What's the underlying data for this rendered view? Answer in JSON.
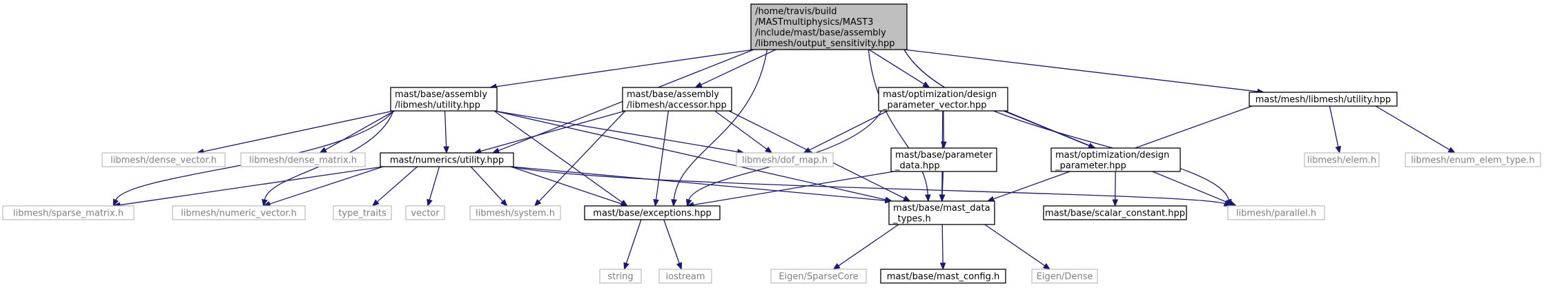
{
  "colors": {
    "edge": "#191970",
    "root_fill": "#bfbfbf",
    "node_border": "#000000",
    "missing_border": "#bfbfbf",
    "missing_text": "#7f7f7f"
  },
  "nodes": [
    {
      "id": "root",
      "lines": [
        "/home/travis/build",
        "/MASTmultiphysics/MAST3",
        "/include/mast/base/assembly",
        "/libmesh/output_sensitivity.hpp"
      ],
      "kind": "root",
      "align": "left"
    },
    {
      "id": "base_assembly_utility",
      "lines": [
        "mast/base/assembly",
        "/libmesh/utility.hpp"
      ],
      "kind": "file",
      "align": "left"
    },
    {
      "id": "accessor",
      "lines": [
        "mast/base/assembly",
        "/libmesh/accessor.hpp"
      ],
      "kind": "file",
      "align": "left"
    },
    {
      "id": "param_vector",
      "lines": [
        "mast/optimization/design",
        "_parameter_vector.hpp"
      ],
      "kind": "file",
      "align": "left"
    },
    {
      "id": "mesh_utility",
      "lines": [
        "mast/mesh/libmesh/utility.hpp"
      ],
      "kind": "file",
      "align": "center"
    },
    {
      "id": "dense_vector",
      "lines": [
        "libmesh/dense_vector.h"
      ],
      "kind": "missing",
      "align": "center"
    },
    {
      "id": "dense_matrix",
      "lines": [
        "libmesh/dense_matrix.h"
      ],
      "kind": "missing",
      "align": "center"
    },
    {
      "id": "numerics_utility",
      "lines": [
        "mast/numerics/utility.hpp"
      ],
      "kind": "file",
      "align": "center"
    },
    {
      "id": "dof_map",
      "lines": [
        "libmesh/dof_map.h"
      ],
      "kind": "missing",
      "align": "center"
    },
    {
      "id": "parameter_data",
      "lines": [
        "mast/base/parameter",
        "_data.hpp"
      ],
      "kind": "file",
      "align": "left"
    },
    {
      "id": "design_parameter",
      "lines": [
        "mast/optimization/design",
        "_parameter.hpp"
      ],
      "kind": "file",
      "align": "left"
    },
    {
      "id": "elem",
      "lines": [
        "libmesh/elem.h"
      ],
      "kind": "missing",
      "align": "center"
    },
    {
      "id": "enum_elem_type",
      "lines": [
        "libmesh/enum_elem_type.h"
      ],
      "kind": "missing",
      "align": "center"
    },
    {
      "id": "sparse_matrix",
      "lines": [
        "libmesh/sparse_matrix.h"
      ],
      "kind": "missing",
      "align": "center"
    },
    {
      "id": "numeric_vector",
      "lines": [
        "libmesh/numeric_vector.h"
      ],
      "kind": "missing",
      "align": "center"
    },
    {
      "id": "type_traits",
      "lines": [
        "type_traits"
      ],
      "kind": "missing",
      "align": "center"
    },
    {
      "id": "vector",
      "lines": [
        "vector"
      ],
      "kind": "missing",
      "align": "center"
    },
    {
      "id": "system",
      "lines": [
        "libmesh/system.h"
      ],
      "kind": "missing",
      "align": "center"
    },
    {
      "id": "exceptions",
      "lines": [
        "mast/base/exceptions.hpp"
      ],
      "kind": "file",
      "align": "center"
    },
    {
      "id": "mast_data_types",
      "lines": [
        "mast/base/mast_data",
        "_types.h"
      ],
      "kind": "file",
      "align": "left"
    },
    {
      "id": "scalar_constant",
      "lines": [
        "mast/base/scalar_constant.hpp"
      ],
      "kind": "file",
      "align": "center"
    },
    {
      "id": "parallel",
      "lines": [
        "libmesh/parallel.h"
      ],
      "kind": "missing",
      "align": "center"
    },
    {
      "id": "string",
      "lines": [
        "string"
      ],
      "kind": "missing",
      "align": "center"
    },
    {
      "id": "iostream",
      "lines": [
        "iostream"
      ],
      "kind": "missing",
      "align": "center"
    },
    {
      "id": "sparse_core",
      "lines": [
        "Eigen/SparseCore"
      ],
      "kind": "missing",
      "align": "center"
    },
    {
      "id": "mast_config",
      "lines": [
        "mast/base/mast_config.h"
      ],
      "kind": "file",
      "align": "center"
    },
    {
      "id": "eigen_dense",
      "lines": [
        "Eigen/Dense"
      ],
      "kind": "missing",
      "align": "center"
    }
  ],
  "edges": [
    [
      "root",
      "base_assembly_utility"
    ],
    [
      "root",
      "accessor"
    ],
    [
      "root",
      "param_vector"
    ],
    [
      "root",
      "mesh_utility"
    ],
    [
      "root",
      "numerics_utility"
    ],
    [
      "root",
      "exceptions"
    ],
    [
      "root",
      "mast_data_types"
    ],
    [
      "root",
      "parallel"
    ],
    [
      "base_assembly_utility",
      "dense_vector"
    ],
    [
      "base_assembly_utility",
      "dense_matrix"
    ],
    [
      "base_assembly_utility",
      "numerics_utility"
    ],
    [
      "base_assembly_utility",
      "dof_map"
    ],
    [
      "base_assembly_utility",
      "sparse_matrix"
    ],
    [
      "base_assembly_utility",
      "numeric_vector"
    ],
    [
      "base_assembly_utility",
      "exceptions"
    ],
    [
      "base_assembly_utility",
      "mast_data_types"
    ],
    [
      "accessor",
      "numerics_utility"
    ],
    [
      "accessor",
      "dof_map"
    ],
    [
      "accessor",
      "system"
    ],
    [
      "accessor",
      "exceptions"
    ],
    [
      "accessor",
      "mast_data_types"
    ],
    [
      "param_vector",
      "dof_map"
    ],
    [
      "param_vector",
      "parameter_data"
    ],
    [
      "param_vector",
      "design_parameter"
    ],
    [
      "param_vector",
      "mast_data_types"
    ],
    [
      "param_vector",
      "exceptions"
    ],
    [
      "param_vector",
      "parallel"
    ],
    [
      "mesh_utility",
      "elem"
    ],
    [
      "mesh_utility",
      "enum_elem_type"
    ],
    [
      "mesh_utility",
      "mast_data_types"
    ],
    [
      "numerics_utility",
      "sparse_matrix"
    ],
    [
      "numerics_utility",
      "numeric_vector"
    ],
    [
      "numerics_utility",
      "type_traits"
    ],
    [
      "numerics_utility",
      "vector"
    ],
    [
      "numerics_utility",
      "system"
    ],
    [
      "numerics_utility",
      "exceptions"
    ],
    [
      "numerics_utility",
      "mast_data_types"
    ],
    [
      "numerics_utility",
      "parallel"
    ],
    [
      "parameter_data",
      "exceptions"
    ],
    [
      "parameter_data",
      "mast_data_types"
    ],
    [
      "design_parameter",
      "scalar_constant"
    ],
    [
      "exceptions",
      "string"
    ],
    [
      "exceptions",
      "iostream"
    ],
    [
      "mast_data_types",
      "sparse_core"
    ],
    [
      "mast_data_types",
      "mast_config"
    ],
    [
      "mast_data_types",
      "eigen_dense"
    ]
  ]
}
